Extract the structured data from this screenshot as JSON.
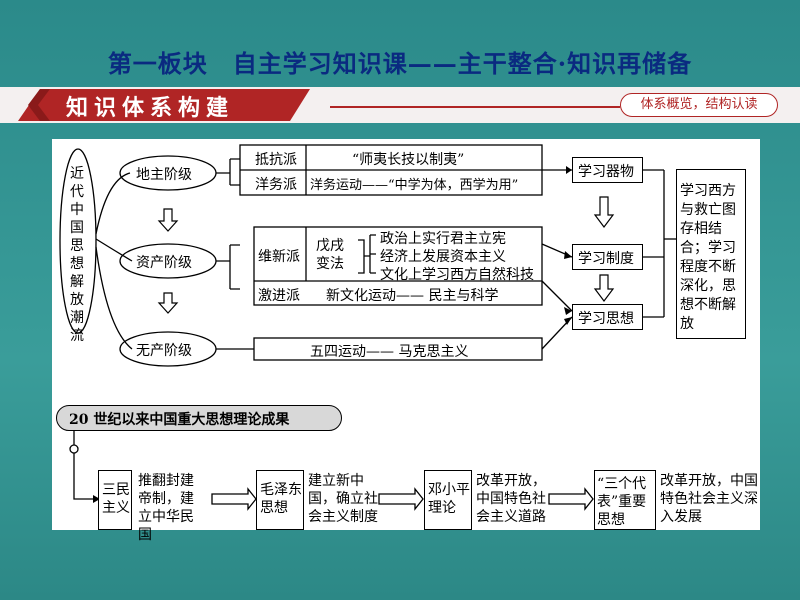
{
  "header": {
    "title": "第一板块　自主学习知识课——主干整合·知识再储备",
    "section_label": "知识体系构建",
    "tagline": "体系概览，结构认读"
  },
  "diagram": {
    "root": "近代中国思想解放潮流",
    "classes": {
      "landlord": "地主阶级",
      "bourgeois": "资产阶级",
      "proletariat": "无产阶级"
    },
    "factions": {
      "resist": "抵抗派",
      "westernization": "洋务派",
      "reform": "维新派",
      "radical": "激进派"
    },
    "content": {
      "resist": "“师夷长技以制夷”",
      "westernization": "洋务运动——“中学为体，西学为用”",
      "reform_head": "戊戌变法",
      "reform_items": [
        "政治上实行君主立宪",
        "经济上发展资本主义",
        "文化上学习西方自然科技"
      ],
      "radical": "新文化运动—— 民主与科学",
      "proletariat": "五四运动—— 马克思主义"
    },
    "stages": {
      "tools": "学习器物",
      "system": "学习制度",
      "thought": "学习思想"
    },
    "summary": "学习西方与救亡图存相结合；学习程度不断深化，思想不断解放",
    "achievements": {
      "heading": "20 世纪以来中国重大思想理论成果",
      "items": [
        {
          "name": "三民主义",
          "desc": "推翻封建帝制，建立中华民国"
        },
        {
          "name": "毛泽东思想",
          "desc": "建立新中国，确立社会主义制度"
        },
        {
          "name": "邓小平理论",
          "desc": "改革开放，中国特色社会主义道路"
        },
        {
          "name": "“三个代表”重要思想",
          "desc": "改革开放，中国特色社会主义深入发展"
        }
      ]
    }
  },
  "colors": {
    "background": "#2f8f8f",
    "title": "#0a2a80",
    "banner": "#b02525",
    "diagram_bg": "#ffffff"
  }
}
